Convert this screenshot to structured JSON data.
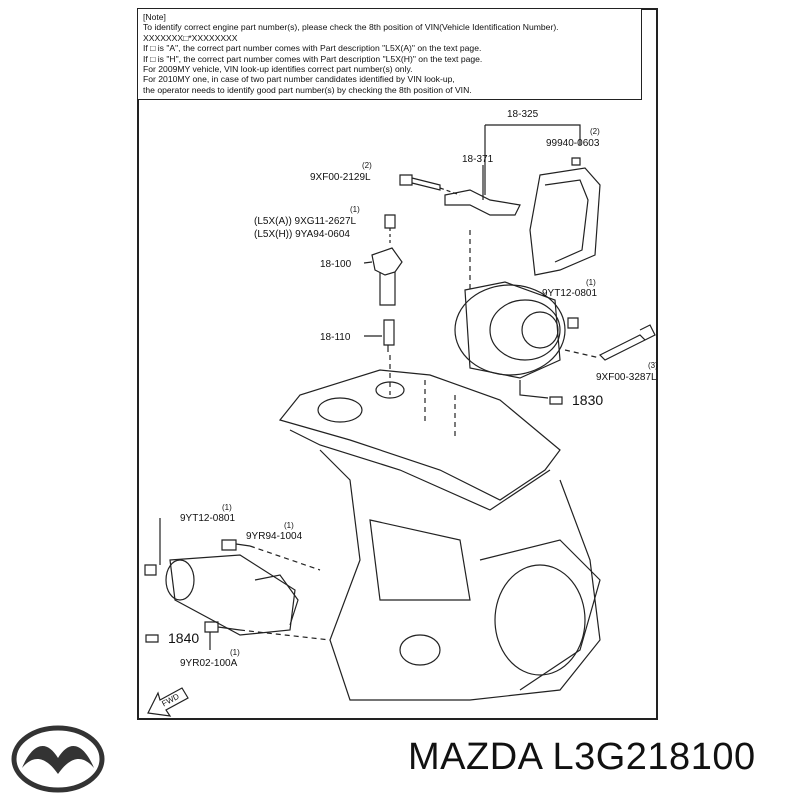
{
  "note": {
    "lines": [
      "[Note]",
      "To identify correct engine part number(s), please check the 8th position of VIN(Vehicle Identification Number).",
      "XXXXXXX□*XXXXXXXX",
      "If □ is \"A\", the correct part number comes with Part description \"L5X(A)\" on the text page.",
      "If □ is \"H\", the correct part number comes with Part description \"L5X(H)\" on the text page.",
      "For 2009MY vehicle, VIN look-up identifies correct part number(s) only.",
      "For 2010MY one, in case of two part number candidates identified by VIN look-up,",
      "the operator needs to identify good part number(s) by checking the 8th position of VIN."
    ]
  },
  "callouts": {
    "c18325": "18-325",
    "c18371": "18-371",
    "qty2a": "(2)",
    "c99940": "99940-0603",
    "qty2b": "(2)",
    "c9XF002129L": "9XF00-2129L",
    "qty1a": "(1)",
    "c9XG11": "(L5X(A)) 9XG11-2627L",
    "c9YA94": "(L5X(H)) 9YA94-0604",
    "c18100": "18-100",
    "qty1b": "(1)",
    "c9YT12a": "9YT12-0801",
    "c18110": "18-110",
    "qty3": "(3)",
    "c9XF003287L": "9XF00-3287L",
    "c1830": "1830",
    "qty1c": "(1)",
    "c9YT12b": "9YT12-0801",
    "qty1d": "(1)",
    "c9YR94": "9YR94-1004",
    "c1840": "1840",
    "qty1e": "(1)",
    "c9YR02": "9YR02-100A",
    "fwd": "FWD"
  },
  "brand": {
    "part_label": "MAZDA L3G218100",
    "logo": "mazda-logo-icon"
  }
}
